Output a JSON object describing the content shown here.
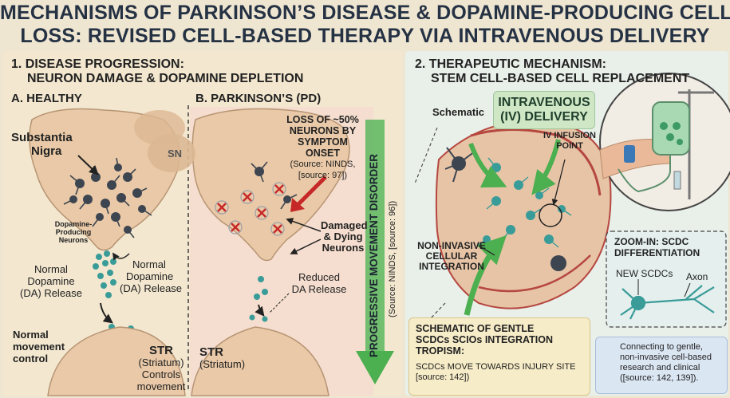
{
  "title": {
    "line1": "MECHANISMS OF PARKINSON’S DISEASE & DOPAMINE-PRODUCING CELL",
    "line2": "LOSS: REVISED CELL-BASED THERAPY VIA INTRAVENOUS DELIVERY"
  },
  "section1": {
    "line1": "1. DISEASE PROGRESSION:",
    "line2": "NEURON DAMAGE & DOPAMINE DEPLETION",
    "healthy": {
      "title": "A. HEALTHY",
      "sn_l1": "Substantia",
      "sn_l2": "Nigra",
      "sn_stub": "SN",
      "dpn_l1": "Dopamine-",
      "dpn_l2": "Producing",
      "dpn_l3": "Neurons",
      "normal_left_l1": "Normal",
      "normal_left_l2": "Dopamine",
      "normal_left_l3": "(DA) Release",
      "normal_right_l1": "Normal",
      "normal_right_l2": "Dopamine",
      "normal_right_l3": "(DA) Release",
      "control_l1": "Normal",
      "control_l2": "movement",
      "control_l3": "control",
      "str_title": "STR",
      "str_l1": "(Striatum)",
      "str_l2": "Controls",
      "str_l3": "movement"
    },
    "pd": {
      "title": "B. PARKINSON’S (PD)",
      "loss_l1": "LOSS OF ~50%",
      "loss_l2": "NEURONS BY",
      "loss_l3": "SYMPTOM ONSET",
      "loss_src1": "(Source: NINDS,",
      "loss_src2": "[source: 97])",
      "damaged_l1": "Damaged",
      "damaged_l2": "& Dying",
      "damaged_l3": "Neurons",
      "reduced_l1": "Reduced",
      "reduced_l2": "DA Release",
      "str_title": "STR",
      "str_l1": "(Striatum)",
      "progression": "PROGRESSIVE MOVEMENT DISORDER",
      "progression_src": "(Source: NINDS, [source: 96])"
    }
  },
  "section2": {
    "line1": "2. THERAPEUTIC MECHANISM:",
    "line2": "STEM CELL-BASED CELL REPLACEMENT",
    "schematic": "Schematic",
    "iv_l1": "INTRAVENOUS",
    "iv_l2": "(IV) DELIVERY",
    "infusion_l1": "IV INFUSION",
    "infusion_l2": "POINT",
    "noninv_l1": "NON-INVASIVE",
    "noninv_l2": "CELLULAR",
    "noninv_l3": "INTEGRATION",
    "zoom_l1": "ZOOM-IN: SCDC",
    "zoom_l2": "DIFFERENTIATION",
    "new_scdc": "NEW SCDCs",
    "axon": "Axon",
    "gentle_l1": "SCHEMATIC OF GENTLE",
    "gentle_l2": "SCDCs SCIOs INTEGRATION",
    "tropism": "TROPISM:",
    "tropism_l1": "SCDCs MOVE TOWARDS INJURY SITE",
    "tropism_l2": "[source: 142])",
    "connect_l1": "Connecting to gentle,",
    "connect_l2": "non-invasive cell-based",
    "connect_l3": "research and clinical",
    "connect_l4": "([source: 142, 139])."
  },
  "colors": {
    "title": "#253244",
    "neuron_dark": "#3d4550",
    "neuron_teal": "#3a9c98",
    "damage_x": "#c62828",
    "progress_green": "#4caf50",
    "brain_tissue": "#e8c9a8",
    "vessel_red": "#b5473f",
    "link_icon": "#2f5fb0"
  }
}
